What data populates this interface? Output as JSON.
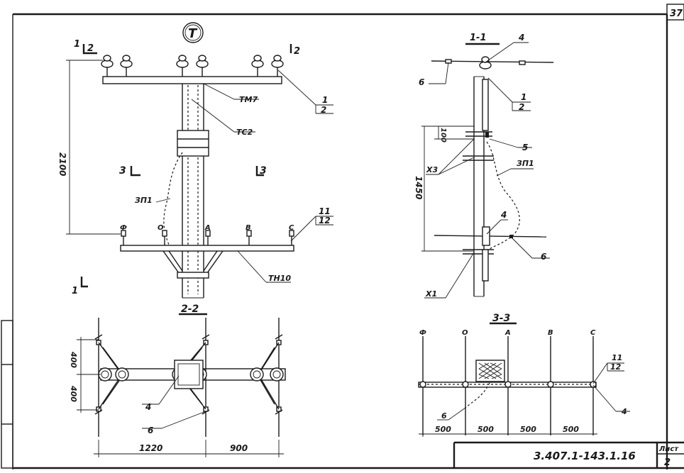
{
  "sheet_number_top": "37",
  "title_block": {
    "designation": "3.407.1-143.1.16",
    "sheet_label": "Лист",
    "sheet_value": "2"
  },
  "view_main": {
    "symbol": "T",
    "dim_height": "2100",
    "cut_1_left": "1",
    "cut_2_left": "2",
    "cut_2_right": "2",
    "cut_3_left": "3",
    "cut_3_right": "3",
    "cut_1_bottom": "1",
    "label_tm7": "ТМ7",
    "label_tc2": "ТС2",
    "label_zp1": "ЗП1",
    "label_th10": "ТН10",
    "callout_1_top": "1",
    "callout_1_bottom": "2",
    "callout_11_top": "11",
    "callout_11_bottom": "12",
    "phase_f": "Ф",
    "phase_o": "О",
    "phase_a": "А",
    "phase_b": "В",
    "phase_c": "С"
  },
  "view_1_1": {
    "title": "1-1",
    "callout_4_top": "4",
    "callout_6_top": "6",
    "callout_1_top": "1",
    "callout_1_bottom": "2",
    "dim_100": "100",
    "dim_1450": "1450",
    "callout_5": "5",
    "label_x3": "Х3",
    "label_zp1": "ЗП1",
    "callout_4_mid": "4",
    "callout_6_mid": "6",
    "label_x1": "Х1"
  },
  "view_2_2": {
    "title": "2-2",
    "dim_400_top": "400",
    "dim_400_bottom": "400",
    "dim_1220": "1220",
    "dim_900": "900",
    "callout_4": "4",
    "callout_6": "6"
  },
  "view_3_3": {
    "title": "3-3",
    "phase_f": "Ф",
    "phase_o": "О",
    "phase_a": "А",
    "phase_b": "В",
    "phase_c": "С",
    "callout_11_top": "11",
    "callout_11_bottom": "12",
    "callout_6": "6",
    "callout_4": "4",
    "dim_1": "500",
    "dim_2": "500",
    "dim_3": "500",
    "dim_4": "500"
  }
}
